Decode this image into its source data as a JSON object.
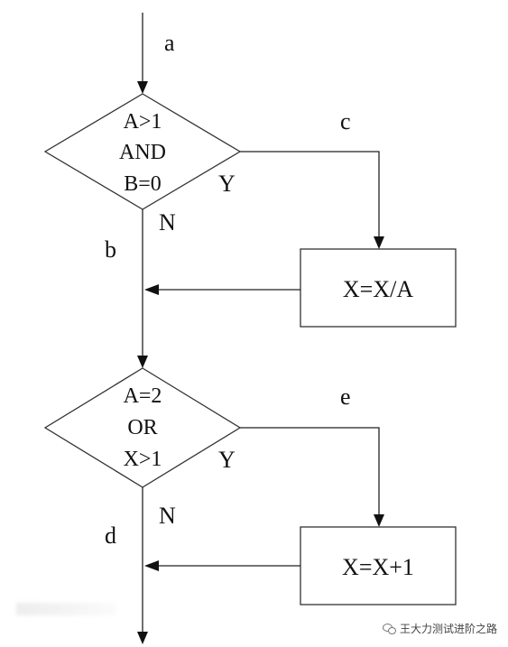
{
  "flowchart": {
    "edge_labels": {
      "a": "a",
      "b": "b",
      "c": "c",
      "d": "d",
      "e": "e"
    },
    "decision1": {
      "line1": "A>1",
      "line2": "AND",
      "line3": "B=0",
      "yes_label": "Y",
      "no_label": "N"
    },
    "process1": {
      "label": "X=X/A"
    },
    "decision2": {
      "line1": "A=2",
      "line2": "OR",
      "line3": "X>1",
      "yes_label": "Y",
      "no_label": "N"
    },
    "process2": {
      "label": "X=X+1"
    }
  },
  "watermark": {
    "text": "王大力测试进阶之路",
    "icon": "wechat-icon"
  }
}
